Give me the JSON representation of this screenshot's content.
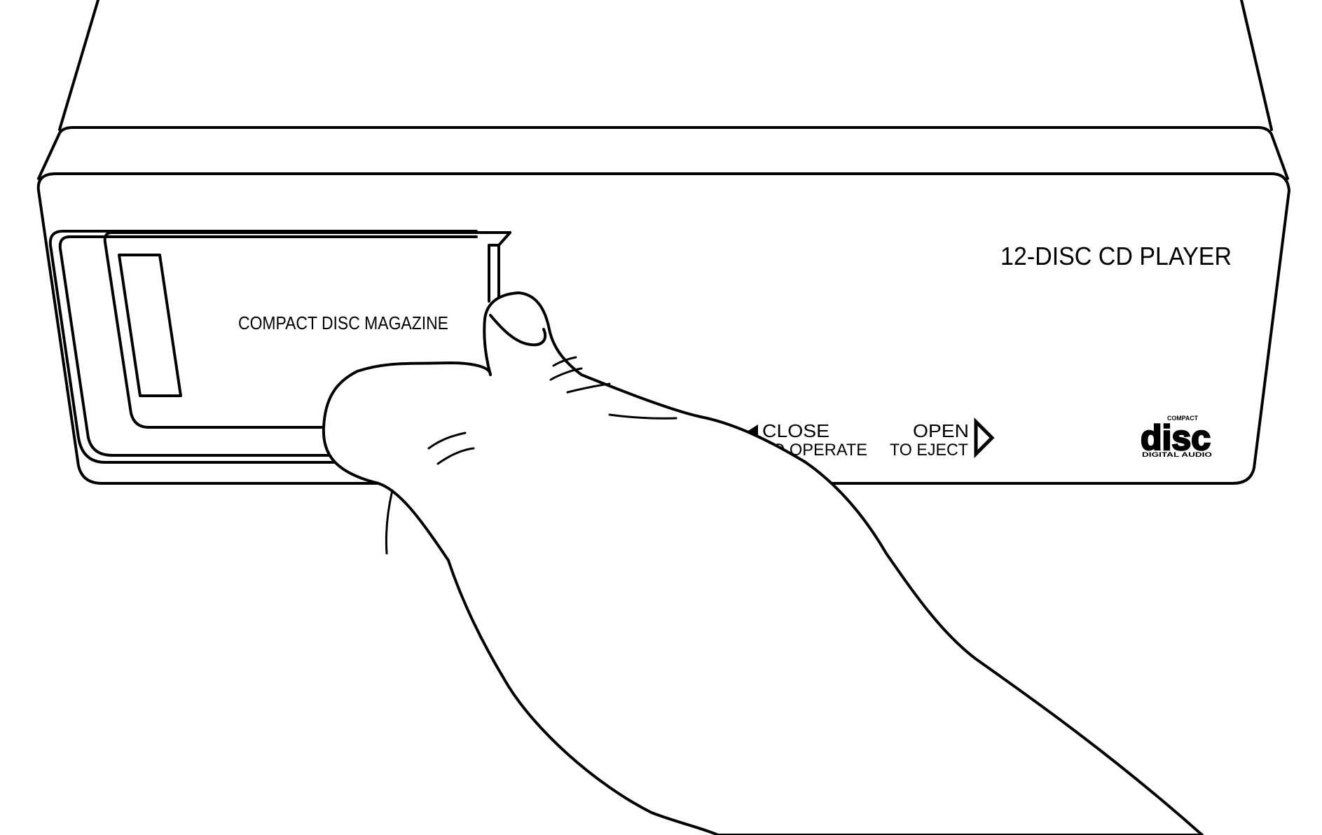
{
  "device": {
    "model_label": "12-DISC CD PLAYER",
    "magazine_label": "COMPACT DISC MAGAZINE",
    "close_label": "CLOSE",
    "close_sub_label": "TO OPERATE",
    "open_label": "OPEN",
    "open_sub_label": "TO EJECT"
  },
  "logo": {
    "top": "COMPACT",
    "word": "disc",
    "bottom": "DIGITAL AUDIO"
  },
  "colors": {
    "line": "#000000",
    "background": "#ffffff"
  }
}
